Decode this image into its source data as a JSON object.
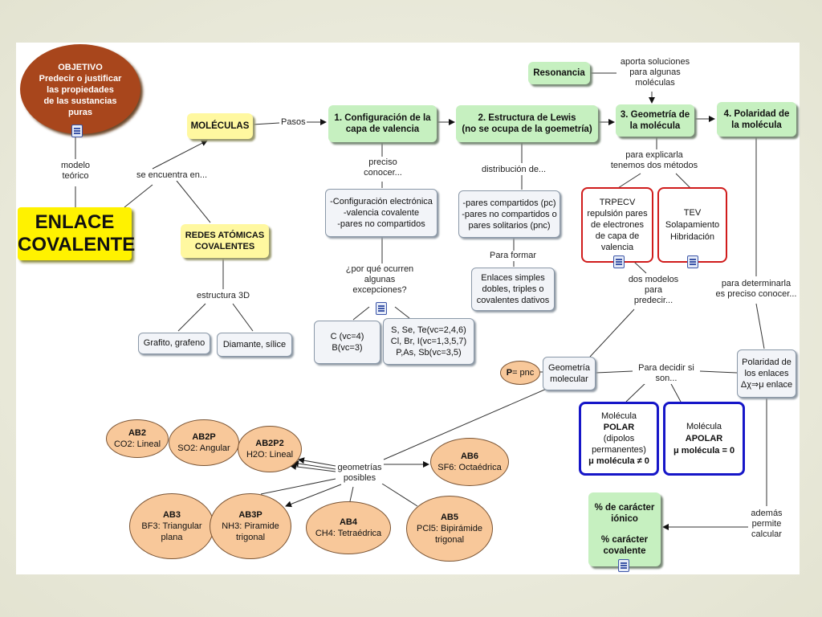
{
  "nodes": {
    "objetivo": [
      "OBJETIVO",
      "Predecir o justificar",
      "las propiedades",
      "de las sustancias",
      "puras"
    ],
    "enlace": [
      "ENLACE",
      "COVALENTE"
    ],
    "moleculas": "MOLÉCULAS",
    "redes": [
      "REDES ATÓMICAS",
      "COVALENTES"
    ],
    "grafito": "Grafito, grafeno",
    "diamante": "Diamante, sílice",
    "config": [
      "1. Configuración de la",
      "capa de valencia"
    ],
    "lewis": [
      "2. Estructura de Lewis",
      "(no se ocupa de la goemetría)"
    ],
    "geometria": [
      "3. Geometría de",
      "la molécula"
    ],
    "polaridad": [
      "4. Polaridad de",
      "la molécula"
    ],
    "resonancia": "Resonancia",
    "config_list": [
      "-Configuración electrónica",
      "-valencia covalente",
      "-pares no compartidos"
    ],
    "lewis_list": [
      "-pares compartidos (pc)",
      "-pares no compartidos o",
      "pares solitarios (pnc)"
    ],
    "enlaces": [
      "Enlaces simples",
      "dobles, triples o",
      "covalentes dativos"
    ],
    "c_vc": [
      "C (vc=4)",
      "B(vc=3)"
    ],
    "s_vc": [
      "S, Se, Te(vc=2,4,6)",
      "Cl, Br, I(vc=1,3,5,7)",
      "P,As, Sb(vc=3,5)"
    ],
    "trpecv": [
      "TRPECV",
      "repulsión pares",
      "de electrones",
      "de capa de",
      "valencia"
    ],
    "tev": [
      "TEV",
      "Solapamiento",
      "Hibridación"
    ],
    "p_pnc_bold": "P",
    "p_pnc_rest": "= pnc",
    "geom_mol": [
      "Geometría",
      "molecular"
    ],
    "polaridad_enlaces": [
      "Polaridad de",
      "los enlaces",
      "Δχ⇒μ enlace"
    ],
    "polar": {
      "l1": "Molécula",
      "l2": "POLAR",
      "l3": "(dipolos",
      "l4": "permanentes)",
      "l5": "μ molécula ≠ 0"
    },
    "apolar": {
      "l1": "Molécula",
      "l2": "APOLAR",
      "l3": "μ molécula = 0"
    },
    "ionico": [
      "% de carácter",
      "iónico",
      "% carácter",
      "covalente"
    ],
    "ab2": [
      "AB2",
      "CO2: Lineal"
    ],
    "ab2p": [
      "AB2P",
      "SO2: Angular"
    ],
    "ab2p2": [
      "AB2P2",
      "H2O: Lineal"
    ],
    "ab6": [
      "AB6",
      "SF6: Octaédrica"
    ],
    "ab3": [
      "AB3",
      "BF3: Triangular",
      "plana"
    ],
    "ab3p": [
      "AB3P",
      "NH3: Piramide",
      "trigonal"
    ],
    "ab4": [
      "AB4",
      "CH4: Tetraédrica"
    ],
    "ab5": [
      "AB5",
      "PCl5: Bipirámide",
      "trigonal"
    ]
  },
  "labels": {
    "modelo": [
      "modelo",
      "teórico"
    ],
    "se_encuentra": "se encuentra en...",
    "pasos": "Pasos",
    "estructura3d": "estructura 3D",
    "preciso": [
      "preciso",
      "conocer..."
    ],
    "distribucion": "distribución de...",
    "aporta": [
      "aporta soluciones",
      "para algunas",
      "moléculas"
    ],
    "explicarla": [
      "para explicarla",
      "tenemos dos métodos"
    ],
    "para_formar": "Para formar",
    "por_que": [
      "¿por qué ocurren",
      "algunas",
      "excepciones?"
    ],
    "dos_modelos": [
      "dos modelos",
      "para",
      "predecir..."
    ],
    "determinarla": [
      "para determinarla",
      "es preciso conocer..."
    ],
    "decidir": [
      "Para decidir si",
      "son..."
    ],
    "geometrias": [
      "geometrías",
      "posibles"
    ],
    "ademas": [
      "además",
      "permite",
      "calcular"
    ]
  },
  "colors": {
    "objetivo_fill": "#a8461c",
    "green_concept": "#c6f0c0",
    "yellow_concept": "#fff8a0",
    "geometry_ellipse": "#f8c89a",
    "red_border": "#d01c1c",
    "blue_border": "#1616c8"
  }
}
